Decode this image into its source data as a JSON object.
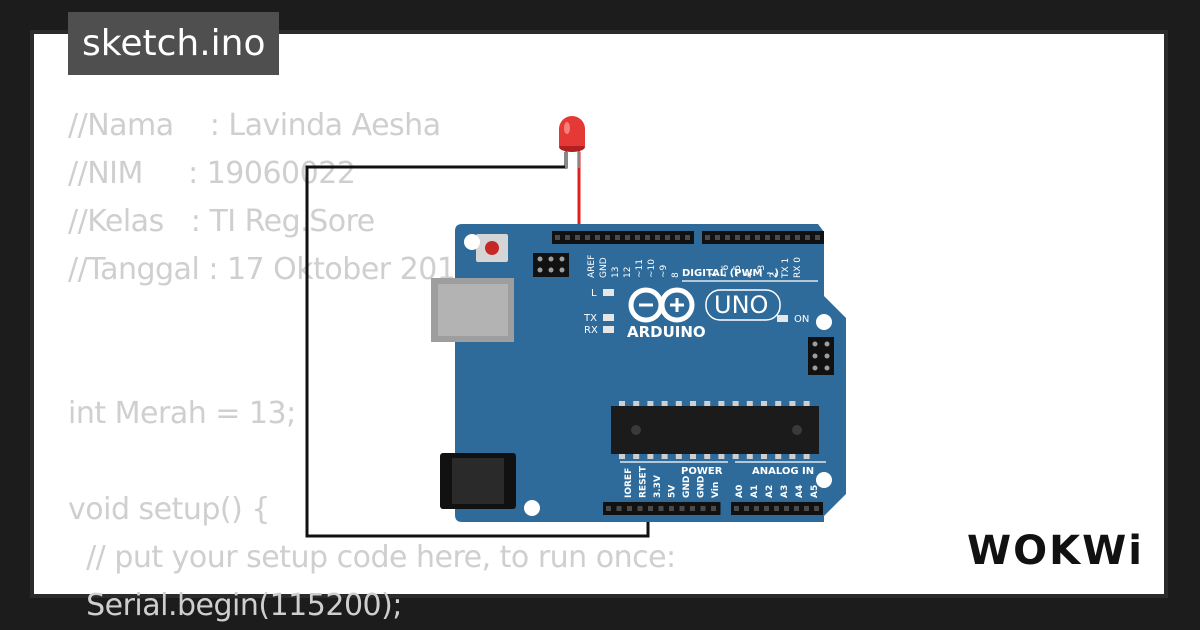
{
  "window": {
    "title": "sketch.ino"
  },
  "code": {
    "lines": [
      "//Nama    : Lavinda Aesha",
      "//NIM     : 19060022",
      "//Kelas   : TI Reg.Sore",
      "//Tanggal : 17 Oktober 2019",
      "",
      "",
      "int Merah = 13;",
      "",
      "void setup() {",
      "  // put your setup code here, to run once:",
      "  Serial.begin(115200);"
    ]
  },
  "board": {
    "brand": "ARDUINO",
    "model": "UNO",
    "header_digital": "DIGITAL (PWM ~)",
    "header_power": "POWER",
    "header_analog": "ANALOG IN",
    "top_pins": [
      "AREF",
      "GND",
      "13",
      "12",
      "~11",
      "~10",
      "~9",
      "8",
      "7",
      "~6",
      "~5",
      "4",
      "~3",
      "2",
      "TX 1",
      "RX 0"
    ],
    "power_pins": [
      "IOREF",
      "RESET",
      "3.3V",
      "5V",
      "GND",
      "GND",
      "Vin"
    ],
    "analog_pins": [
      "A0",
      "A1",
      "A2",
      "A3",
      "A4",
      "A5"
    ],
    "led_labels": {
      "l": "L",
      "tx": "TX",
      "rx": "RX",
      "on": "ON"
    },
    "colors": {
      "pcb": "#2f6b9a",
      "led": "#e53935",
      "wire_red": "#e0201e",
      "wire_black": "#111111"
    }
  },
  "branding": {
    "logo_text": "WOKWi"
  }
}
